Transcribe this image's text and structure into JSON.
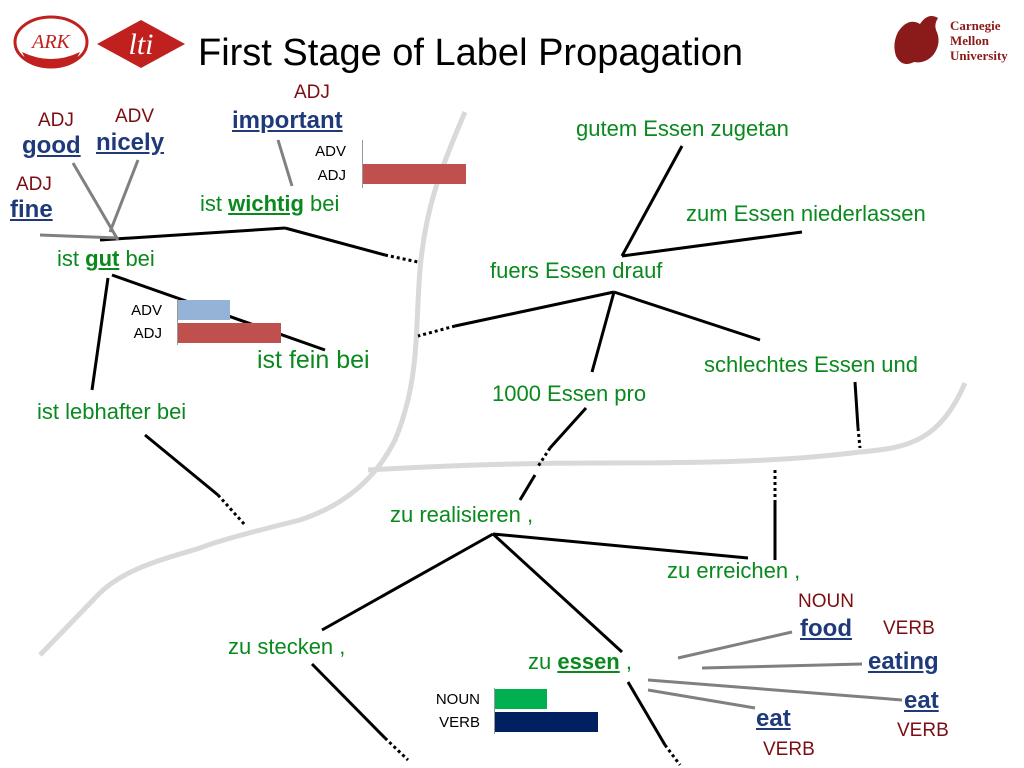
{
  "title": "First Stage of Label Propagation",
  "logos": {
    "ark": "ARK",
    "lti": "lti",
    "cmu": [
      "Carnegie",
      "Mellon",
      "University"
    ]
  },
  "colors": {
    "node_text": "#0a8a1e",
    "word_text": "#1f3a7a",
    "label_text": "#7a0e12",
    "adj_bar": "#c0504d",
    "adv_bar": "#95b3d7",
    "noun_bar": "#00b050",
    "verb_bar": "#002060",
    "graph_edge": "#000000",
    "english_edge": "#808080",
    "partition": "#d9d9d9"
  },
  "phrases": {
    "ist_gut_bei": {
      "pre": "ist ",
      "key": "gut",
      "post": " bei"
    },
    "ist_wichtig_bei": {
      "pre": "ist ",
      "key": "wichtig",
      "post": " bei"
    },
    "ist_fein_bei": "ist fein bei",
    "ist_lebhafter_bei": "ist lebhafter bei",
    "gutem_essen_zugetan": "gutem Essen zugetan",
    "zum_essen_niederlassen": "zum Essen niederlassen",
    "fuers_essen_drauf": "fuers Essen drauf",
    "schlechtes_essen_und": "schlechtes Essen und",
    "1000_essen_pro": "1000 Essen pro",
    "zu_realisieren": "zu realisieren ,",
    "zu_erreichen": "zu erreichen ,",
    "zu_stecken": "zu stecken ,",
    "zu_essen": {
      "pre": "zu ",
      "key": "essen",
      "post": " ,"
    }
  },
  "english_words": {
    "good": {
      "word": "good",
      "tag": "ADJ"
    },
    "nicely": {
      "word": "nicely",
      "tag": "ADV"
    },
    "fine": {
      "word": "fine",
      "tag": "ADJ"
    },
    "important": {
      "word": "important",
      "tag": "ADJ"
    },
    "food": {
      "word": "food",
      "tag": "NOUN"
    },
    "eating": {
      "word": "eating",
      "tag": "VERB"
    },
    "eat1": {
      "word": "eat",
      "tag": "VERB"
    },
    "eat2": {
      "word": "eat",
      "tag": "VERB"
    }
  },
  "distributions": {
    "wichtig": {
      "labels": [
        "ADV",
        "ADJ"
      ],
      "values": [
        0.0,
        1.0
      ]
    },
    "gut": {
      "labels": [
        "ADV",
        "ADJ"
      ],
      "values": [
        0.5,
        1.0
      ]
    },
    "essen": {
      "labels": [
        "NOUN",
        "VERB"
      ],
      "values": [
        0.5,
        1.0
      ]
    }
  }
}
